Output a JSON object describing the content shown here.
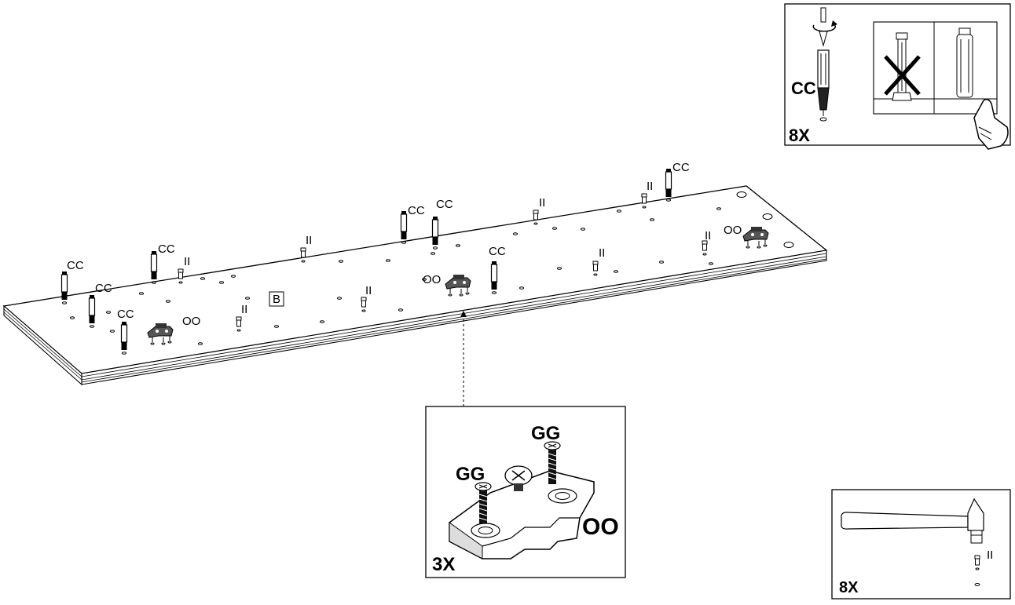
{
  "main": {
    "panel_label": "B",
    "dowel_label": "CC",
    "pin_label": "II",
    "hinge_plate_label": "OO"
  },
  "inset_cam": {
    "part_label": "CC",
    "quantity": "8X"
  },
  "inset_plate": {
    "screw_label_left": "GG",
    "screw_label_right": "GG",
    "plate_label": "OO",
    "quantity": "3X"
  },
  "inset_hammer": {
    "part_label": "II",
    "quantity": "8X"
  }
}
